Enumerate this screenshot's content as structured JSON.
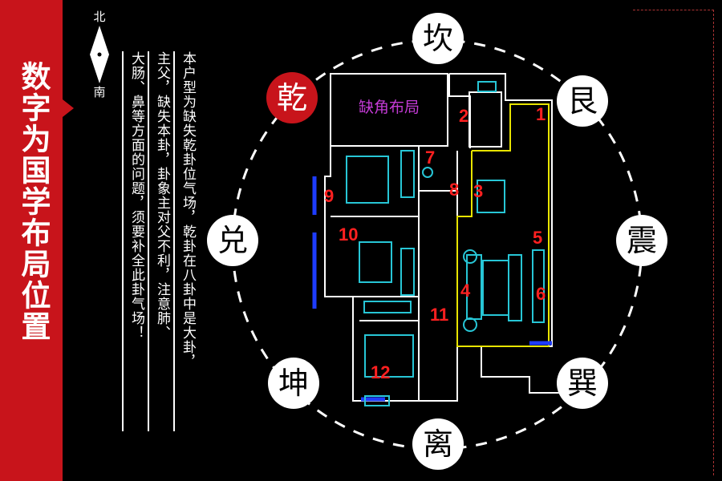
{
  "side_title": "数字为国学布局位置",
  "compass": {
    "north": "北",
    "south": "南"
  },
  "description_lines": [
    "本户型为缺失乾卦位气场，乾卦在八卦中是大卦，",
    "主父，缺失本卦，卦象主对父不利，注意肺、",
    "大肠、鼻等方面的问题，须要补全此卦气场！"
  ],
  "missing_corner_label": "缺角布局",
  "trigrams": {
    "qian": "乾",
    "kan": "坎",
    "gen": "艮",
    "zhen": "震",
    "xun": "巽",
    "li": "离",
    "kun": "坤",
    "dui": "兑"
  },
  "room_numbers": [
    "1",
    "2",
    "3",
    "4",
    "5",
    "6",
    "7",
    "8",
    "9",
    "10",
    "11",
    "12"
  ],
  "colors": {
    "accent_red": "#c8141b",
    "plan_cyan": "#27c6d6",
    "plan_yellow": "#e8e400",
    "label_purple": "#c43bd6",
    "number_red": "#ff2020"
  }
}
